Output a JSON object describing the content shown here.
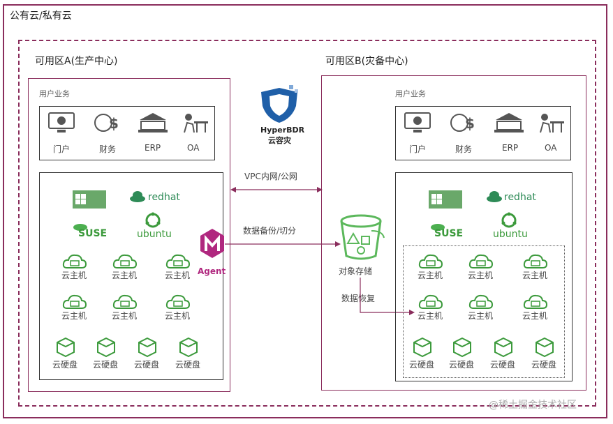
{
  "outer_title": "公有云/私有云",
  "zone_a": {
    "title": "可用区A(生产中心)",
    "user_biz": "用户业务",
    "apps": [
      "门户",
      "财务",
      "ERP",
      "OA"
    ],
    "os_logos": [
      "redhat",
      "SUSE",
      "ubuntu"
    ],
    "hosts": [
      "云主机",
      "云主机",
      "云主机",
      "云主机",
      "云主机",
      "云主机"
    ],
    "disks": [
      "云硬盘",
      "云硬盘",
      "云硬盘",
      "云硬盘"
    ]
  },
  "zone_b": {
    "title": "可用区B(灾备中心)",
    "user_biz": "用户业务",
    "apps": [
      "门户",
      "财务",
      "ERP",
      "OA"
    ],
    "os_logos": [
      "redhat",
      "SUSE",
      "ubuntu"
    ],
    "hosts": [
      "云主机",
      "云主机",
      "云主机",
      "云主机",
      "云主机",
      "云主机"
    ],
    "disks": [
      "云硬盘",
      "云硬盘",
      "云硬盘",
      "云硬盘"
    ]
  },
  "hyperbdr": {
    "name": "HyperBDR",
    "sub": "云容灾"
  },
  "links": {
    "vpc": "VPC内网/公网",
    "backup": "数据备份/切分",
    "restore": "数据恢复"
  },
  "agent": "Agent",
  "object_storage": "对象存储",
  "watermark": "@稀土掘金技术社区",
  "colors": {
    "frame": "#8a2d5c",
    "agent": "#b0287f",
    "bucket": "#5cb85c",
    "hyper": "#1f5fa8"
  }
}
